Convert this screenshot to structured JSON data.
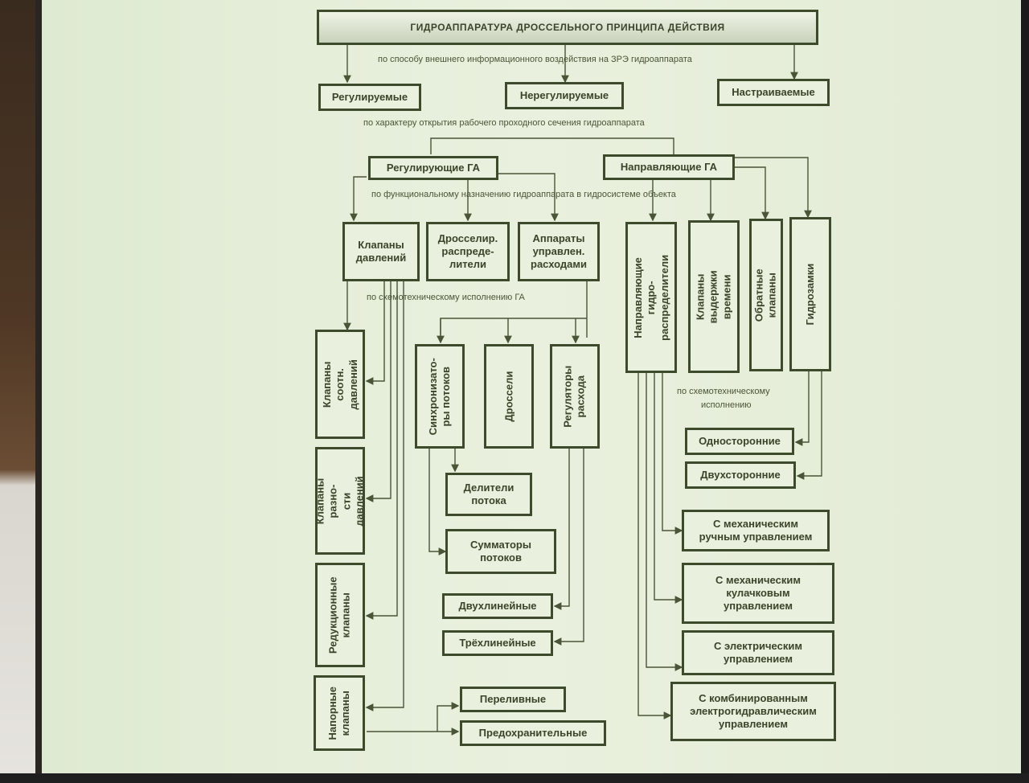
{
  "title": "ГИДРОАППАРАТУРА ДРОССЕЛЬНОГО ПРИНЦИПА ДЕЙСТВИЯ",
  "captions": {
    "c1": "по способу внешнего информационного воздействия на ЗРЭ гидроаппарата",
    "c2": "по характеру открытия рабочего проходного сечения гидроаппарата",
    "c3": "по функциональному назначению гидроаппарата в гидросистеме объекта",
    "c4": "по схемотехническому исполнению ГА",
    "c5a": "по схемотехническому",
    "c5b": "исполнению"
  },
  "level1": {
    "regulated": "Регулируемые",
    "unregulated": "Нерегулируемые",
    "adjustable": "Настраиваемые"
  },
  "level2": {
    "regulating": "Регулирующие ГА",
    "directing": "Направляющие ГА"
  },
  "regulating_children": {
    "pressure_valves": "Клапаны давлений",
    "throttle_dist": "Дросселир. распреде- лители",
    "flow_apparatus": "Аппараты управлен. расходами"
  },
  "directing_children": {
    "directing_dist": "Направляющие гидро- распределители",
    "delay_valves": "Клапаны выдержки времени",
    "check_valves": "Обратные клапаны",
    "hydrolocks": "Гидрозамки"
  },
  "pressure_types": {
    "ratio": "Клапаны соотн. давлений",
    "difference": "Клапаны разно- сти давлений",
    "reducing": "Редукционные клапаны",
    "pressure": "Напорные клапаны"
  },
  "flow_types": {
    "synchronizers": "Синхронизато- ры потоков",
    "throttles": "Дроссели",
    "regulators": "Регуляторы расхода"
  },
  "sub_items": {
    "dividers": "Делители потока",
    "summators": "Сумматоры потоков",
    "two_line": "Двухлинейные",
    "three_line": "Трёхлинейные",
    "overflow": "Переливные",
    "safety": "Предохранительные"
  },
  "right_items": {
    "one_side": "Односторонние",
    "two_side": "Двухсторонние",
    "mech_manual": "С механическим ручным управлением",
    "mech_cam": "С механическим кулачковым управлением",
    "electric": "С электрическим управлением",
    "combined": "С комбинированным электрогидравлическим управлением"
  }
}
